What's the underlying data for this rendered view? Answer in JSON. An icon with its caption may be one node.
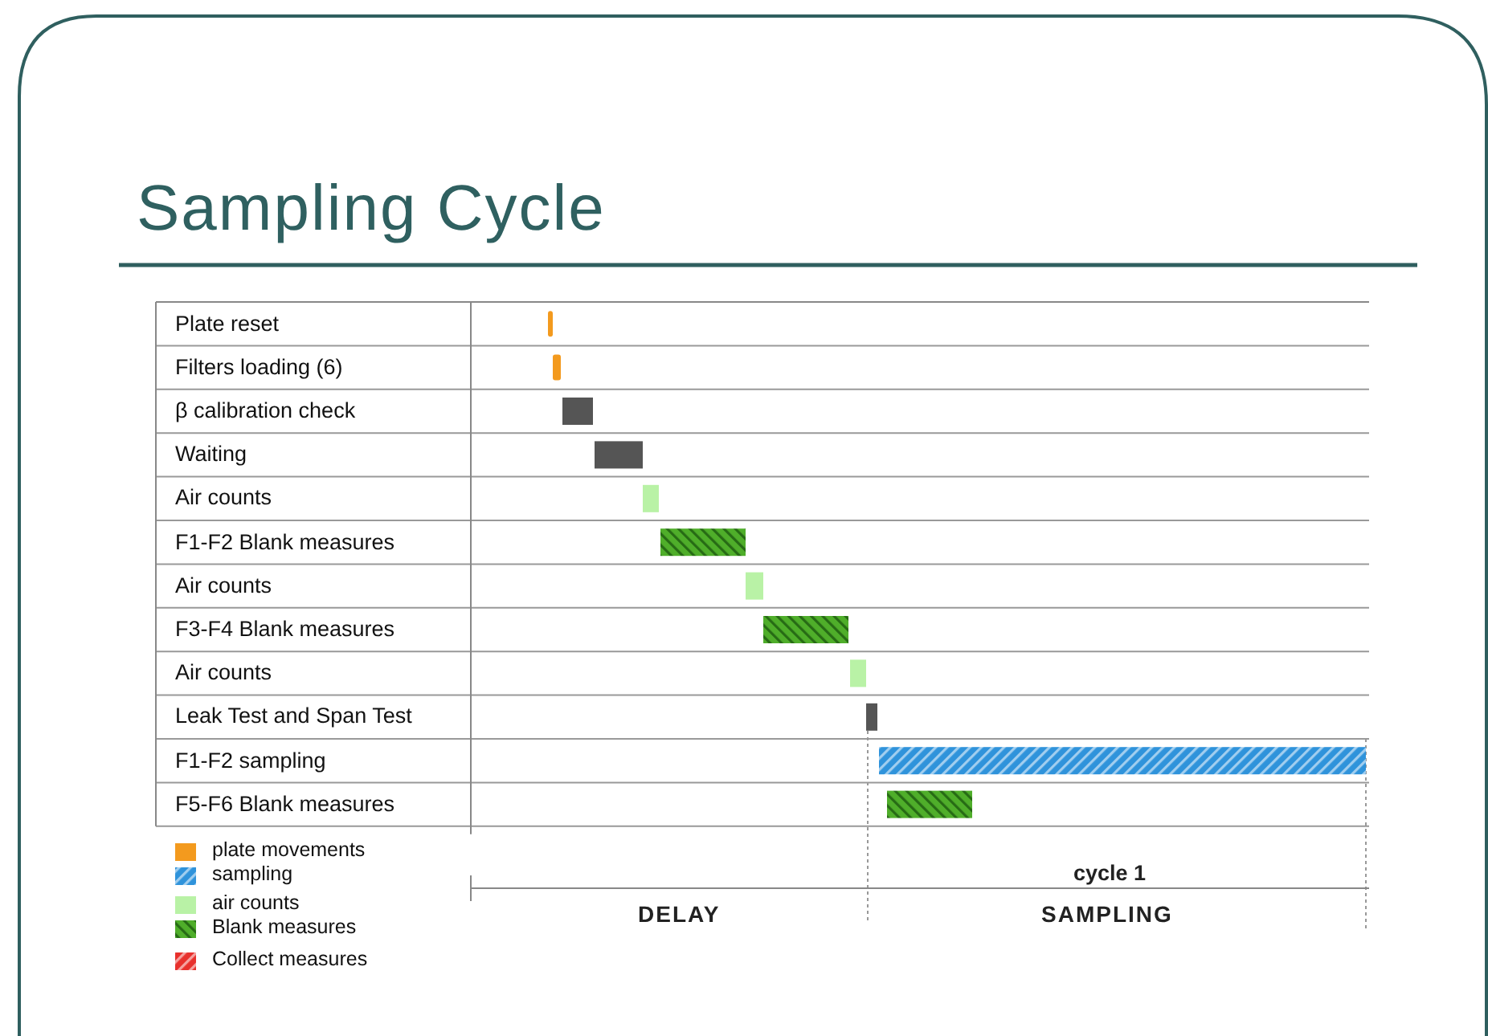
{
  "diagram": {
    "title": "Sampling Cycle",
    "labels": [
      "Plate reset",
      "Filters loading (6)",
      "β calibration check",
      "Waiting",
      "Air counts",
      "F1-F2 Blank measures",
      "Air counts",
      "F3-F4 Blank measures",
      "Air counts",
      "Leak Test and Span Test",
      "F1-F2 sampling",
      "F5-F6 Blank measures",
      "cycle 1",
      "DELAY",
      "SAMPLING"
    ],
    "legend": [
      {
        "text": "plate movements",
        "color": "#f39a1e"
      },
      {
        "text": "sampling",
        "color": "#2f93db"
      },
      {
        "text": "air counts",
        "color": "#b9f2a6"
      },
      {
        "text": "Blank measures",
        "color": "#4fae2a"
      },
      {
        "text": "Collect measures",
        "color": "#e8302c"
      }
    ]
  }
}
